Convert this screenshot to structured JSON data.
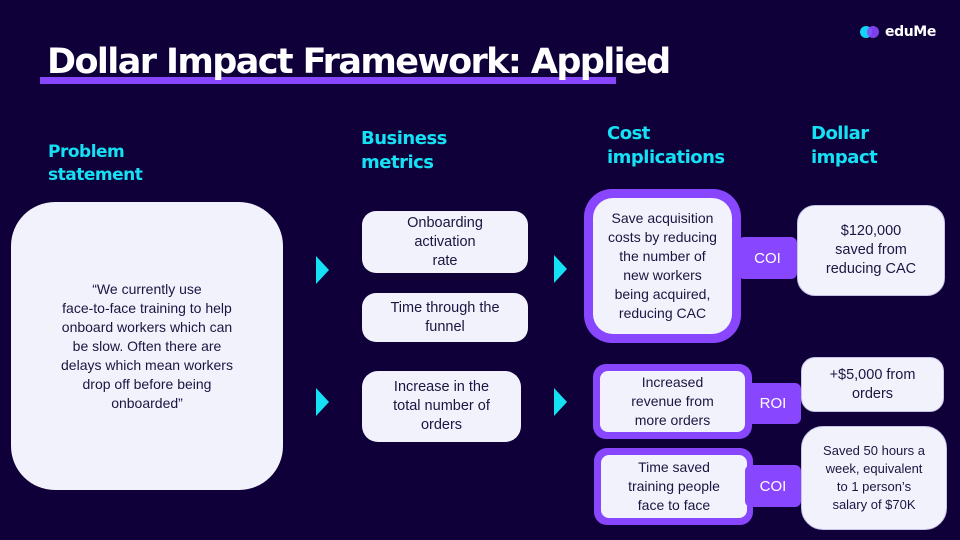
{
  "slide": {
    "title": "Dollar Impact Framework: Applied",
    "logo": {
      "icon": "edume-logo-icon",
      "text": "eduMe"
    },
    "colors": {
      "background": "#10003a",
      "accent_purple": "#8946ff",
      "accent_cyan": "#14e1f4",
      "box_fill": "#f2f2fd",
      "box_text": "#1c1540"
    }
  },
  "columns": {
    "problem": {
      "heading": "Problem\nstatement",
      "statement": "“We currently use\nface-to-face training to help\nonboard workers which can\nbe slow. Often there are\ndelays which mean workers\ndrop off before being\nonboarded”"
    },
    "business_metrics": {
      "heading": "Business\nmetrics",
      "items": [
        {
          "label": "Onboarding\nactivation\nrate"
        },
        {
          "label": "Time through the\nfunnel"
        },
        {
          "label": "Increase in the\ntotal number of\norders"
        }
      ]
    },
    "cost_implications": {
      "heading": "Cost\nimplications",
      "items": [
        {
          "label": "Save acquisition\ncosts by reducing\nthe number of\nnew workers\nbeing acquired,\nreducing CAC",
          "tag": "COI"
        },
        {
          "label": "Increased\nrevenue from\nmore orders",
          "tag": "ROI"
        },
        {
          "label": "Time saved\ntraining people\nface to face",
          "tag": "COI"
        }
      ]
    },
    "dollar_impact": {
      "heading": "Dollar\nimpact",
      "items": [
        {
          "label": "$120,000\nsaved from\nreducing CAC"
        },
        {
          "label": "+$5,000 from\norders"
        },
        {
          "label": "Saved 50 hours a\nweek, equivalent\nto 1 person’s\nsalary of $70K"
        }
      ]
    }
  },
  "icons": {
    "flow_arrow": "arrow-right-icon"
  }
}
